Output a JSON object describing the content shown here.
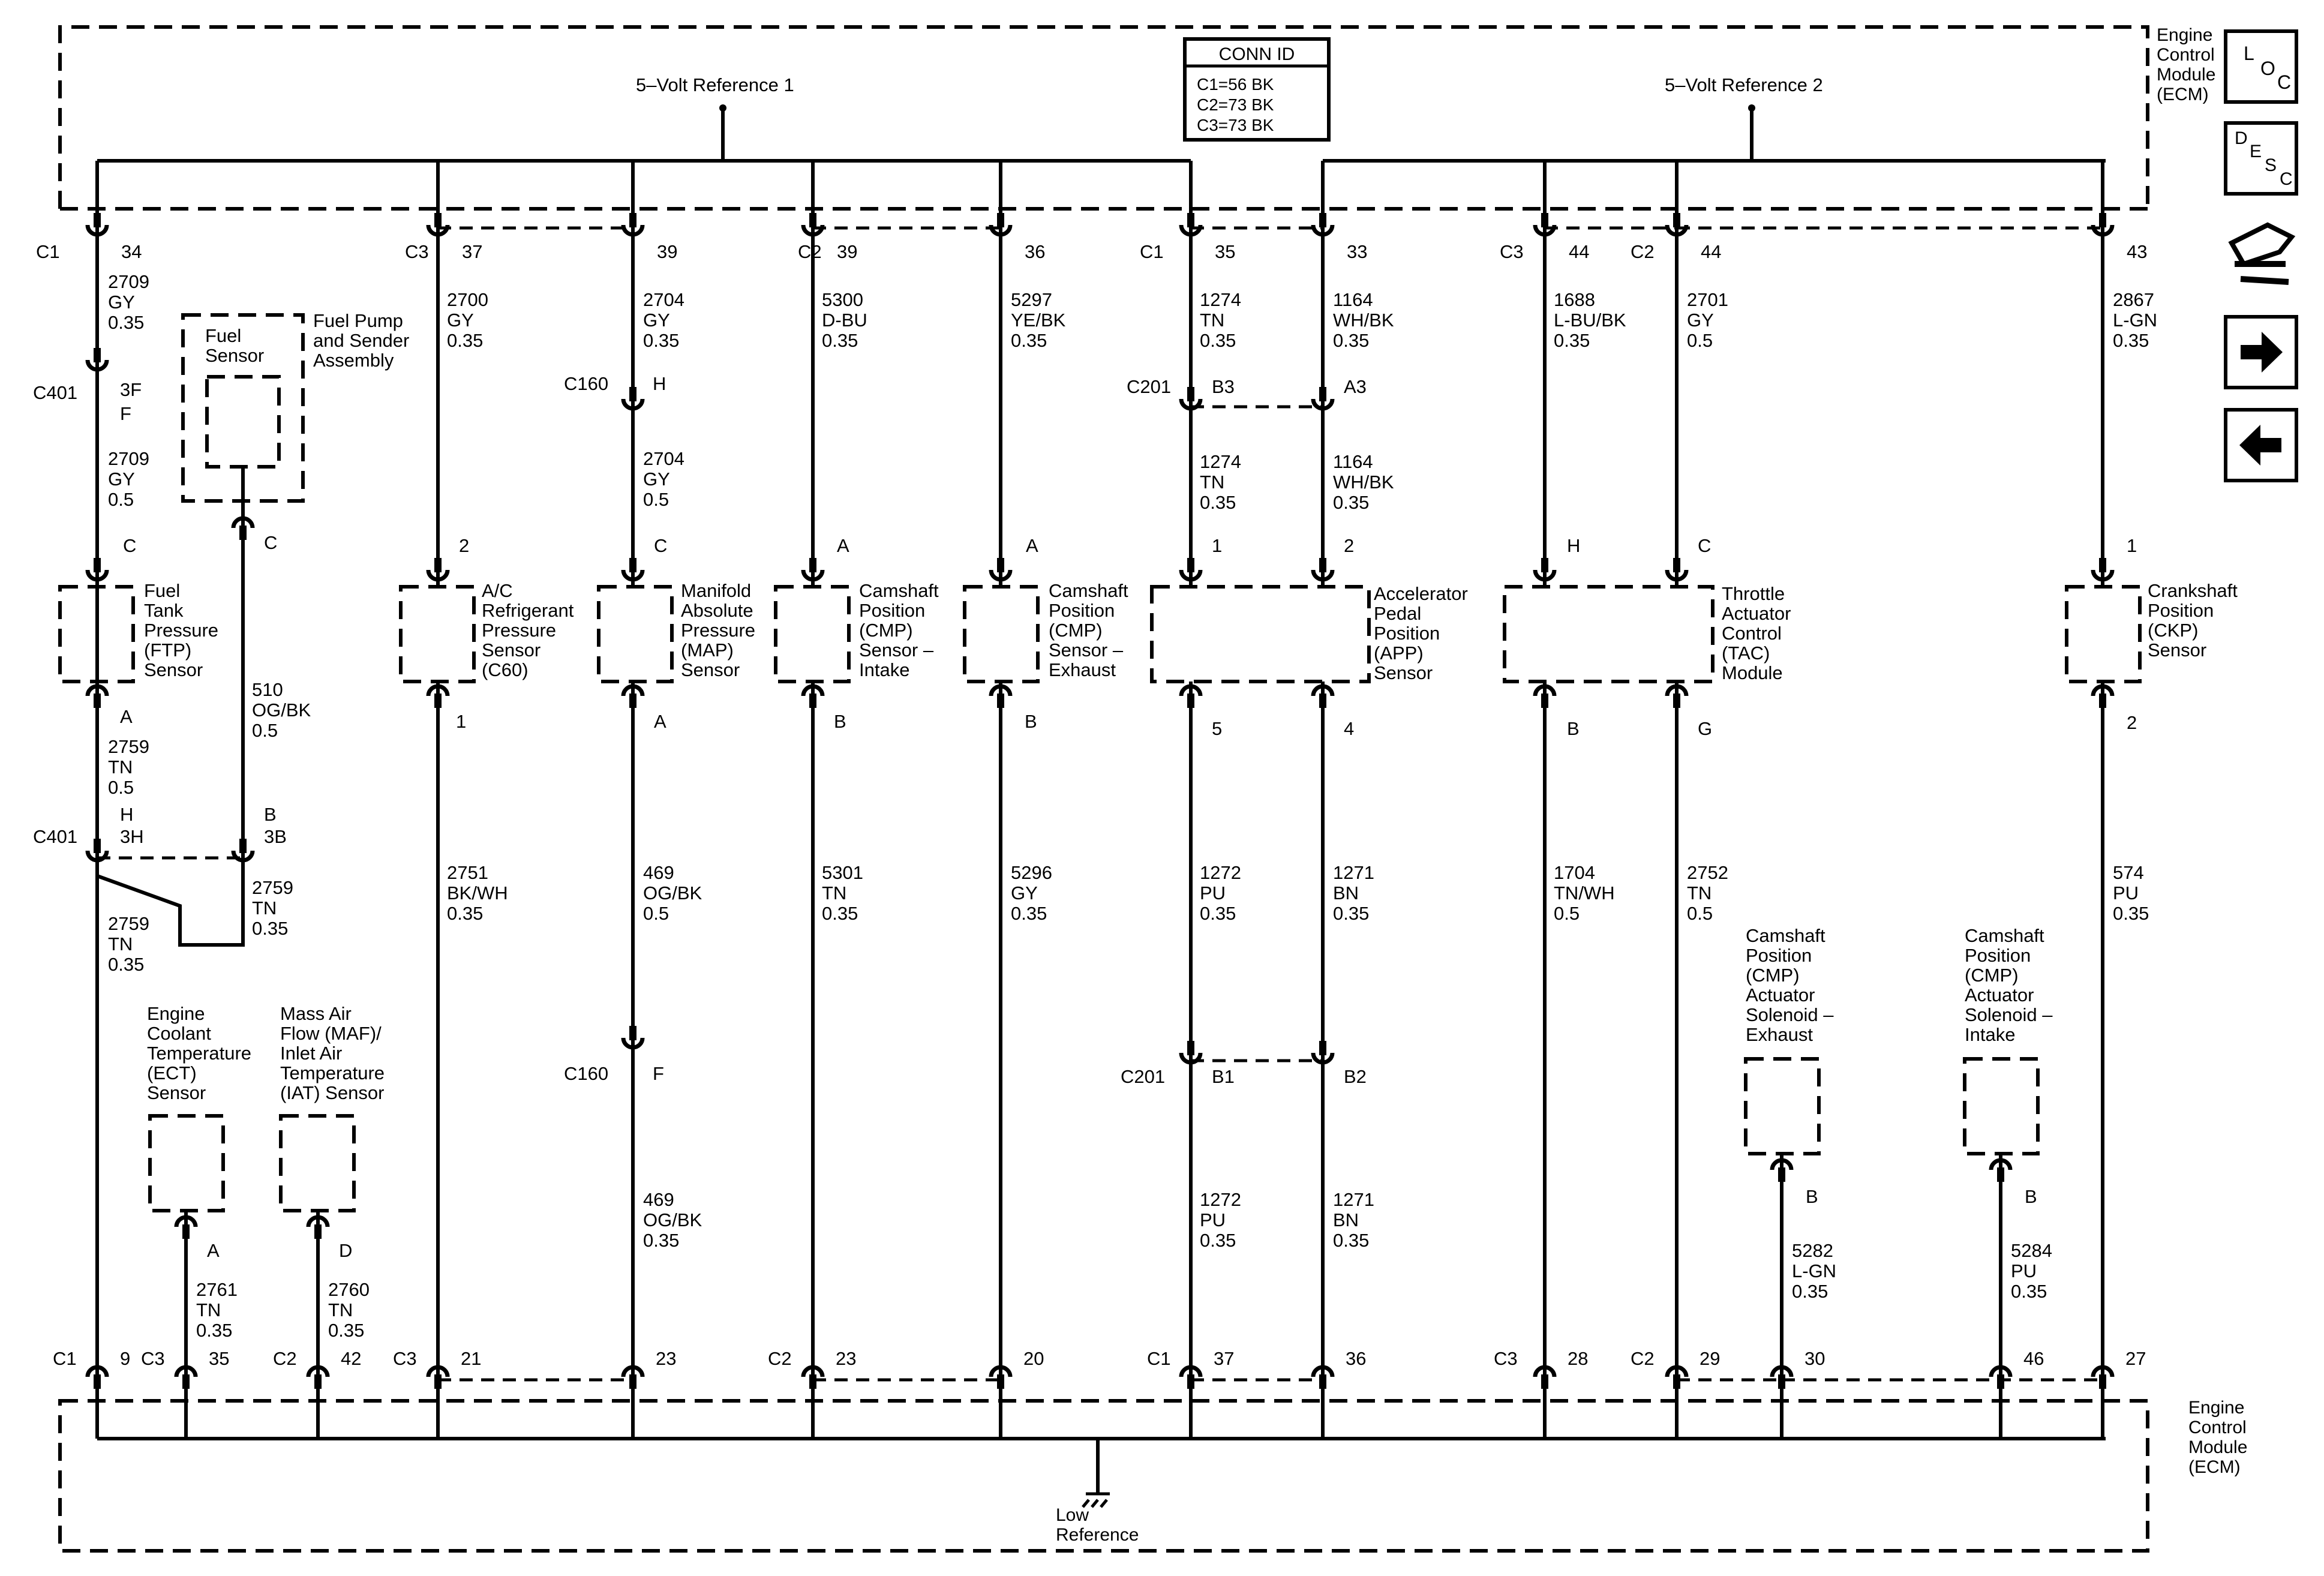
{
  "ecm": {
    "label_top": [
      "Engine",
      "Control",
      "Module",
      "(ECM)"
    ],
    "label_bottom": [
      "Engine",
      "Control",
      "Module",
      "(ECM)"
    ]
  },
  "refs": {
    "ref1": "5–Volt Reference 1",
    "ref2": "5–Volt Reference 2",
    "low": [
      "Low",
      "Reference"
    ]
  },
  "conn_id": {
    "title": "CONN ID",
    "lines": [
      "C1=56 BK",
      "C2=73 BK",
      "C3=73 BK"
    ]
  },
  "nav": {
    "loc": [
      "L",
      "O",
      "C"
    ],
    "desc": [
      "D",
      "E",
      "S",
      "C"
    ]
  },
  "top_pins": [
    {
      "conn": "C1",
      "pin": "34"
    },
    {
      "conn": "C3",
      "pin": "37"
    },
    {
      "conn": "",
      "pin": "39"
    },
    {
      "conn": "C2",
      "pin": "39"
    },
    {
      "conn": "",
      "pin": "36"
    },
    {
      "conn": "C1",
      "pin": "35"
    },
    {
      "conn": "",
      "pin": "33"
    },
    {
      "conn": "C3",
      "pin": "44"
    },
    {
      "conn": "C2",
      "pin": "44"
    },
    {
      "conn": "",
      "pin": "43"
    }
  ],
  "bottom_pins": [
    {
      "conn": "C1",
      "pin": "9"
    },
    {
      "conn": "C3",
      "pin": "35"
    },
    {
      "conn": "C2",
      "pin": "42"
    },
    {
      "conn": "C3",
      "pin": "21"
    },
    {
      "conn": "",
      "pin": "23"
    },
    {
      "conn": "C2",
      "pin": "23"
    },
    {
      "conn": "",
      "pin": "20"
    },
    {
      "conn": "C1",
      "pin": "37"
    },
    {
      "conn": "",
      "pin": "36"
    },
    {
      "conn": "C3",
      "pin": "28"
    },
    {
      "conn": "C2",
      "pin": "29"
    },
    {
      "conn": "",
      "pin": "30"
    },
    {
      "conn": "",
      "pin": "46"
    },
    {
      "conn": "",
      "pin": "27"
    }
  ],
  "wires": {
    "w2709a": [
      "2709",
      "GY",
      "0.35"
    ],
    "w2709b": [
      "2709",
      "GY",
      "0.5"
    ],
    "w2759a": [
      "2759",
      "TN",
      "0.5"
    ],
    "w2759b": [
      "2759",
      "TN",
      "0.35"
    ],
    "w2759c": [
      "2759",
      "TN",
      "0.35"
    ],
    "w510": [
      "510",
      "OG/BK",
      "0.5"
    ],
    "w2700": [
      "2700",
      "GY",
      "0.35"
    ],
    "w2751": [
      "2751",
      "BK/WH",
      "0.35"
    ],
    "w2704a": [
      "2704",
      "GY",
      "0.35"
    ],
    "w2704b": [
      "2704",
      "GY",
      "0.5"
    ],
    "w469a": [
      "469",
      "OG/BK",
      "0.5"
    ],
    "w469b": [
      "469",
      "OG/BK",
      "0.35"
    ],
    "w5300": [
      "5300",
      "D-BU",
      "0.35"
    ],
    "w5301": [
      "5301",
      "TN",
      "0.35"
    ],
    "w5297": [
      "5297",
      "YE/BK",
      "0.35"
    ],
    "w5296": [
      "5296",
      "GY",
      "0.35"
    ],
    "w1274a": [
      "1274",
      "TN",
      "0.35"
    ],
    "w1274b": [
      "1274",
      "TN",
      "0.35"
    ],
    "w1272a": [
      "1272",
      "PU",
      "0.35"
    ],
    "w1272b": [
      "1272",
      "PU",
      "0.35"
    ],
    "w1164a": [
      "1164",
      "WH/BK",
      "0.35"
    ],
    "w1164b": [
      "1164",
      "WH/BK",
      "0.35"
    ],
    "w1271a": [
      "1271",
      "BN",
      "0.35"
    ],
    "w1271b": [
      "1271",
      "BN",
      "0.35"
    ],
    "w1688": [
      "1688",
      "L-BU/BK",
      "0.35"
    ],
    "w1704": [
      "1704",
      "TN/WH",
      "0.5"
    ],
    "w2701": [
      "2701",
      "GY",
      "0.5"
    ],
    "w2752": [
      "2752",
      "TN",
      "0.5"
    ],
    "w2867": [
      "2867",
      "L-GN",
      "0.35"
    ],
    "w574": [
      "574",
      "PU",
      "0.35"
    ],
    "w2761": [
      "2761",
      "TN",
      "0.35"
    ],
    "w2760": [
      "2760",
      "TN",
      "0.35"
    ],
    "w5282": [
      "5282",
      "L-GN",
      "0.35"
    ],
    "w5284": [
      "5284",
      "PU",
      "0.35"
    ]
  },
  "components": {
    "ftp": [
      "Fuel",
      "Tank",
      "Pressure",
      "(FTP)",
      "Sensor"
    ],
    "fuel_sensor": [
      "Fuel",
      "Sensor"
    ],
    "fuel_pump": [
      "Fuel Pump",
      "and Sender",
      "Assembly"
    ],
    "ac": [
      "A/C",
      "Refrigerant",
      "Pressure",
      "Sensor",
      "(C60)"
    ],
    "map": [
      "Manifold",
      "Absolute",
      "Pressure",
      "(MAP)",
      "Sensor"
    ],
    "cmp_intake": [
      "Camshaft",
      "Position",
      "(CMP)",
      "Sensor –",
      "Intake"
    ],
    "cmp_exhaust": [
      "Camshaft",
      "Position",
      "(CMP)",
      "Sensor –",
      "Exhaust"
    ],
    "app": [
      "Accelerator",
      "Pedal",
      "Position",
      "(APP)",
      "Sensor"
    ],
    "tac": [
      "Throttle",
      "Actuator",
      "Control",
      "(TAC)",
      "Module"
    ],
    "ckp": [
      "Crankshaft",
      "Position",
      "(CKP)",
      "Sensor"
    ],
    "ect": [
      "Engine",
      "Coolant",
      "Temperature",
      "(ECT)",
      "Sensor"
    ],
    "maf": [
      "Mass Air",
      "Flow (MAF)/",
      "Inlet Air",
      "Temperature",
      "(IAT) Sensor"
    ],
    "sol_exh": [
      "Camshaft",
      "Position",
      "(CMP)",
      "Actuator",
      "Solenoid –",
      "Exhaust"
    ],
    "sol_int": [
      "Camshaft",
      "Position",
      "(CMP)",
      "Actuator",
      "Solenoid –",
      "Intake"
    ]
  },
  "connectors": {
    "c401": "C401",
    "c160": "C160",
    "c201": "C201",
    "p3f": "3F",
    "pf": "F",
    "pc": "C",
    "pa": "A",
    "ph": "H",
    "p3h": "3H",
    "pb": "B",
    "p3b": "3B",
    "p2": "2",
    "p1": "1",
    "pH": "H",
    "pF": "F",
    "pB3": "B3",
    "pA3": "A3",
    "pB1": "B1",
    "pB2": "B2",
    "p5": "5",
    "p4": "4",
    "pG": "G",
    "pD": "D"
  }
}
